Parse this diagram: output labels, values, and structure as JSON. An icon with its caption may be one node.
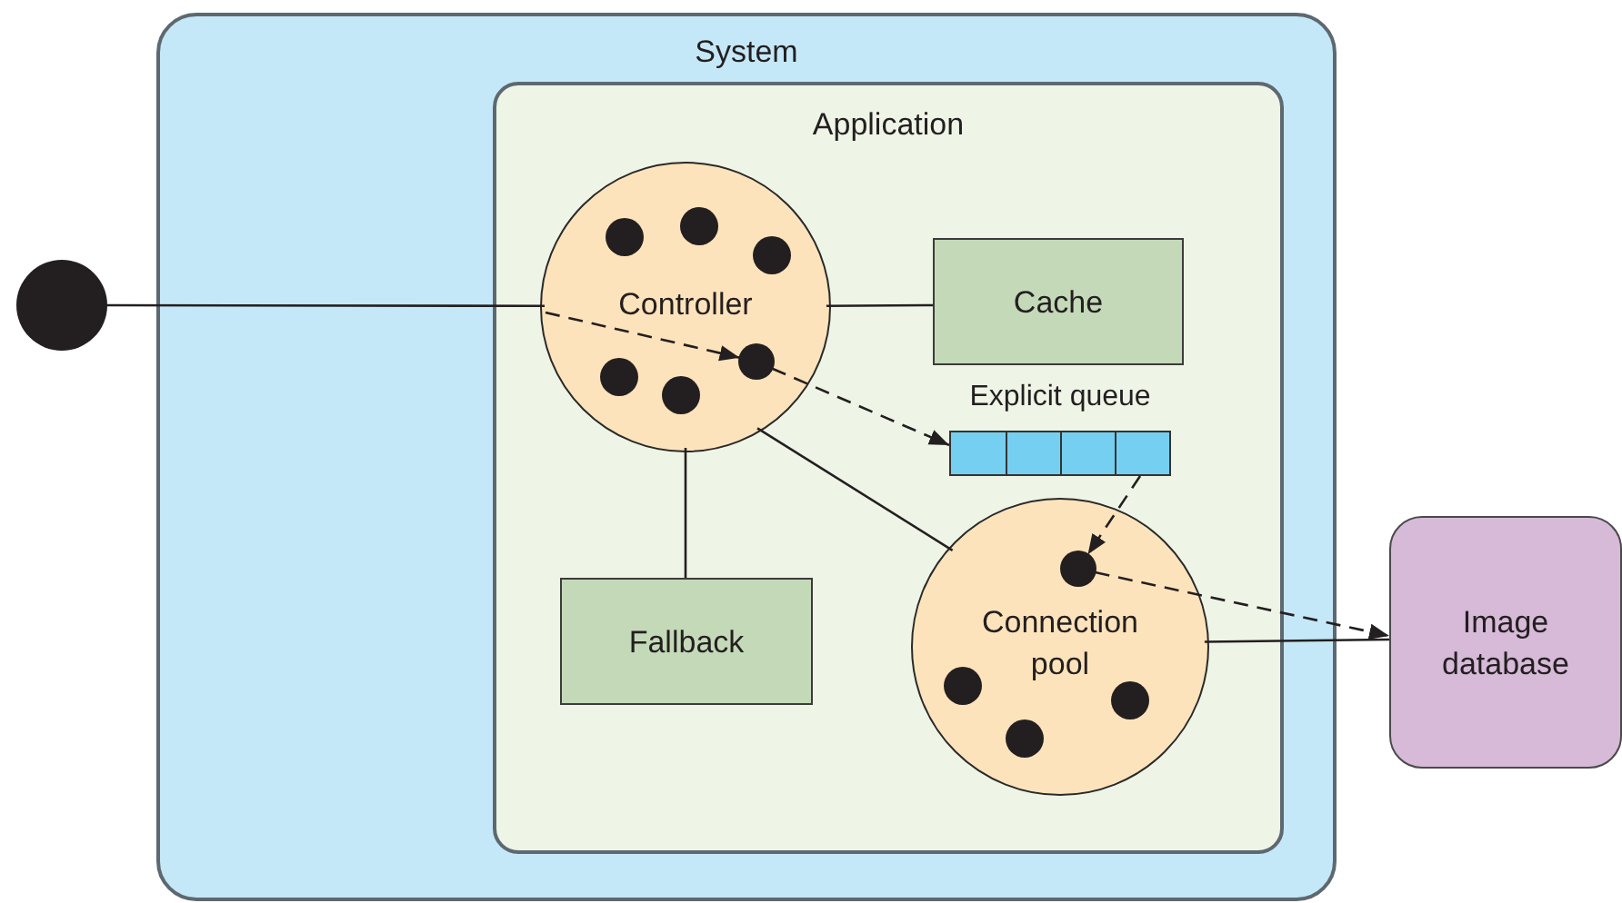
{
  "diagram": {
    "nodes": [
      {
        "text": [
          "System"
        ]
      },
      {
        "text": [
          "Application"
        ],
        "in": 0
      },
      {
        "text": [
          "Controller"
        ],
        "in": 1
      },
      {
        "text": [
          "Cache"
        ],
        "in": 1
      },
      {
        "text": [
          "Explicit queue"
        ],
        "in": 1
      },
      {
        "text": [
          "Fallback"
        ],
        "in": 1
      },
      {
        "text": [
          "Connection pool"
        ],
        "in": 1
      },
      {
        "text": [
          "Image database"
        ]
      },
      {
        "text": [],
        "shape": "circle"
      },
      {
        "text": [],
        "shape": "circle",
        "in": 2
      },
      {
        "text": [],
        "shape": "circle",
        "in": 6
      },
      {
        "text": [],
        "shape": "circle",
        "in": 2
      },
      {
        "text": [],
        "shape": "circle",
        "in": 2
      },
      {
        "text": [],
        "shape": "circle",
        "in": 2
      },
      {
        "text": [],
        "shape": "circle",
        "in": 2
      },
      {
        "text": [],
        "shape": "circle",
        "in": 2
      },
      {
        "text": [],
        "shape": "circle",
        "in": 6
      },
      {
        "text": [],
        "shape": "circle",
        "in": 6
      },
      {
        "text": [],
        "shape": "circle",
        "in": 6
      }
    ],
    "edges": [
      {
        "from": 8,
        "to": 2,
        "arrow": "none"
      },
      {
        "from": null,
        "to": 9,
        "arrow": "to",
        "style": "dashed"
      },
      {
        "from": 9,
        "to": 4,
        "arrow": "to",
        "style": "dashed"
      },
      {
        "from": 4,
        "to": 10,
        "arrow": "to",
        "style": "dashed"
      },
      {
        "from": 10,
        "to": 7,
        "arrow": "to",
        "style": "dashed"
      },
      {
        "from": 2,
        "to": 3,
        "arrow": "none"
      },
      {
        "from": 2,
        "to": 5,
        "arrow": "none"
      },
      {
        "from": 2,
        "to": 6,
        "arrow": "none"
      },
      {
        "from": 6,
        "to": 7,
        "arrow": "none"
      }
    ]
  }
}
